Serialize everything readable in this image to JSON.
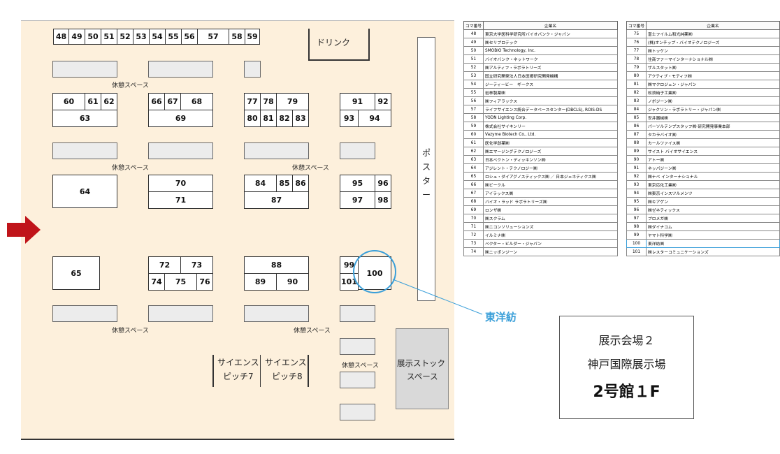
{
  "map": {
    "drink_label": "ドリンク",
    "poster_label": [
      "ポ",
      "ス",
      "タ",
      "ー"
    ],
    "rest_label": "休憩スペース",
    "pitch7": [
      "サイエンス",
      "ピッチ7"
    ],
    "pitch8": [
      "サイエンス",
      "ピッチ8"
    ],
    "stock": [
      "展示ストック",
      "スペース"
    ],
    "highlight_name": "東洋紡",
    "highlight_booth": "100",
    "booths": {
      "b48": "48",
      "b49": "49",
      "b50": "50",
      "b51": "51",
      "b52": "52",
      "b53": "53",
      "b54": "54",
      "b55": "55",
      "b56": "56",
      "b57": "57",
      "b58": "58",
      "b59": "59",
      "b60": "60",
      "b61": "61",
      "b62": "62",
      "b63": "63",
      "b64": "64",
      "b65": "65",
      "b66": "66",
      "b67": "67",
      "b68": "68",
      "b69": "69",
      "b70": "70",
      "b71": "71",
      "b72": "72",
      "b73": "73",
      "b74": "74",
      "b75": "75",
      "b76": "76",
      "b77": "77",
      "b78": "78",
      "b79": "79",
      "b80": "80",
      "b81": "81",
      "b82": "82",
      "b83": "83",
      "b84": "84",
      "b85": "85",
      "b86": "86",
      "b87": "87",
      "b88": "88",
      "b89": "89",
      "b90": "90",
      "b91": "91",
      "b92": "92",
      "b93": "93",
      "b94": "94",
      "b95": "95",
      "b96": "96",
      "b97": "97",
      "b98": "98",
      "b99": "99",
      "b100": "100",
      "b101": "101"
    }
  },
  "venue": {
    "line1": "展示会場２",
    "line2": "神戸国際展示場",
    "line3": "2号館１F"
  },
  "table": {
    "col_no": "コマ番号",
    "col_name": "企業名",
    "left": [
      {
        "no": "48",
        "name": "東京大学医科学研究所バイオバンク・ジャパン"
      },
      {
        "no": "49",
        "name": "㈱セリプロテック"
      },
      {
        "no": "50",
        "name": "SMOBIO Technology, Inc."
      },
      {
        "no": "51",
        "name": "バイオバンク・ネットワーク"
      },
      {
        "no": "52",
        "name": "㈱アルティフ・ラボラトリーズ"
      },
      {
        "no": "53",
        "name": "国立研究開発法人日本医療研究開発機構"
      },
      {
        "no": "54",
        "name": "ジーティービー　ギークス"
      },
      {
        "no": "55",
        "name": "岩林製薬㈱"
      },
      {
        "no": "56",
        "name": "㈱フィアラックス"
      },
      {
        "no": "57",
        "name": "ライフサイエンス統合データベースセンター(DBCLS), ROIS-DS"
      },
      {
        "no": "58",
        "name": "YODN Lighting Corp."
      },
      {
        "no": "59",
        "name": "株式会社サイキンリー"
      },
      {
        "no": "60",
        "name": "Vazyme Biotech Co., Ltd."
      },
      {
        "no": "61",
        "name": "医化学創薬㈱"
      },
      {
        "no": "62",
        "name": "㈱エマージングテクノロジーズ"
      },
      {
        "no": "63",
        "name": "日本ベクトン・ディッキンソン㈱"
      },
      {
        "no": "64",
        "name": "アジレント・テクノロジー㈱"
      },
      {
        "no": "65",
        "name": "ロシュ・ダイアグノスティックス㈱ ／ 日本ジェネティクス㈱"
      },
      {
        "no": "66",
        "name": "㈱ビークル"
      },
      {
        "no": "67",
        "name": "アイラックス㈱"
      },
      {
        "no": "68",
        "name": "バイオ・ラッド ラボラトリーズ㈱"
      },
      {
        "no": "69",
        "name": "ロンザ㈱"
      },
      {
        "no": "70",
        "name": "㈱スクラム"
      },
      {
        "no": "71",
        "name": "㈱ニコンソリューションズ"
      },
      {
        "no": "72",
        "name": "イルミナ㈱"
      },
      {
        "no": "73",
        "name": "ベクター・ビルダー・ジャパン"
      },
      {
        "no": "74",
        "name": "㈱ニッポンジーン"
      }
    ],
    "right": [
      {
        "no": "75",
        "name": "富士フイルム和光純薬㈱"
      },
      {
        "no": "76",
        "name": "(株)オンチップ・バイオテクノロジーズ"
      },
      {
        "no": "77",
        "name": "㈱トッケン"
      },
      {
        "no": "78",
        "name": "住商ファーマインターナショナル㈱"
      },
      {
        "no": "79",
        "name": "ザルスタット㈱"
      },
      {
        "no": "80",
        "name": "アクティブ・モティフ㈱"
      },
      {
        "no": "81",
        "name": "㈱マクロジェン・ジャパン"
      },
      {
        "no": "82",
        "name": "松浪硝子工業㈱"
      },
      {
        "no": "83",
        "name": "ノボジーン㈱"
      },
      {
        "no": "84",
        "name": "ジャクソン・ラボラトリー・ジャパン㈱"
      },
      {
        "no": "85",
        "name": "安井器械㈱"
      },
      {
        "no": "86",
        "name": "パーソルテンプスタッフ㈱ 研究開発事業本部"
      },
      {
        "no": "87",
        "name": "タカラバイオ㈱"
      },
      {
        "no": "88",
        "name": "カールツァイス㈱"
      },
      {
        "no": "89",
        "name": "サイスト バイオサイエンス"
      },
      {
        "no": "90",
        "name": "アトー㈱"
      },
      {
        "no": "91",
        "name": "ネッパジーン㈱"
      },
      {
        "no": "92",
        "name": "㈱ナベ インターナショナル"
      },
      {
        "no": "93",
        "name": "東京応化工業㈱"
      },
      {
        "no": "94",
        "name": "㈱東京インスツルメンツ"
      },
      {
        "no": "95",
        "name": "㈱キアゲン"
      },
      {
        "no": "96",
        "name": "㈱ゼネティックス"
      },
      {
        "no": "97",
        "name": "プロメガ㈱"
      },
      {
        "no": "98",
        "name": "㈱ダイナコム"
      },
      {
        "no": "99",
        "name": "ヤマト科学㈱"
      },
      {
        "no": "100",
        "name": "東洋紡㈱"
      },
      {
        "no": "101",
        "name": "㈱レスターコミュニケーションズ"
      }
    ]
  },
  "colors": {
    "floor": "#fdf0dc",
    "arrow": "#c0141a",
    "highlight": "#3a9fd9",
    "booth_border": "#333333"
  }
}
